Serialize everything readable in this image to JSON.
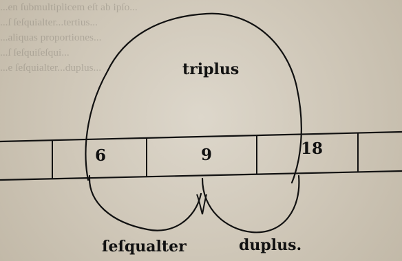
{
  "diagram": {
    "labels": {
      "top_arc": "triplus",
      "left_arc": "ſeſqualter",
      "right_arc": "duplus."
    },
    "numbers": [
      "6",
      "9",
      "18"
    ]
  },
  "bleed_through_text": [
    "...en ſubmultiplicem eſt ab ipſo...",
    "...ſ ſeſquialter...tertius...",
    "...aliquas proportiones...",
    "...ſ ſeſquiſeſqui...",
    "...e ſeſquialter...duplus..."
  ]
}
